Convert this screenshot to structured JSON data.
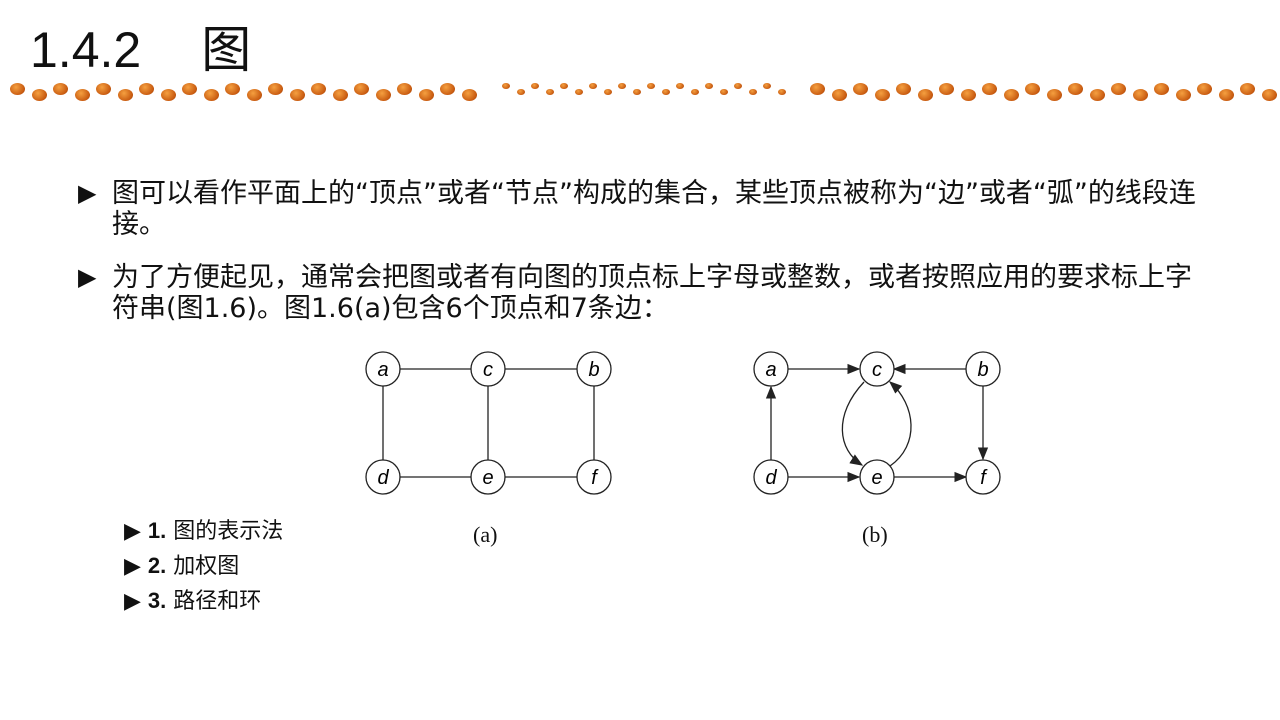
{
  "title": {
    "number": "1.4.2",
    "text": "图"
  },
  "bullets": [
    "图可以看作平面上的“顶点”或者“节点”构成的集合，某些顶点被称为“边”或者“弧”的线段连接。",
    "为了方便起见，通常会把图或者有向图的顶点标上字母或整数，或者按照应用的要求标上字符串(图1.6)。图1.6(a)包含6个顶点和7条边："
  ],
  "bullet_marker": "▶",
  "sub_items": [
    {
      "num": "1.",
      "label": "图的表示法"
    },
    {
      "num": "2.",
      "label": "加权图"
    },
    {
      "num": "3.",
      "label": "路径和环"
    }
  ],
  "figure": {
    "graph_a": {
      "caption": "(a)",
      "nodes": [
        "a",
        "c",
        "b",
        "d",
        "e",
        "f"
      ]
    },
    "graph_b": {
      "caption": "(b)",
      "nodes": [
        "a",
        "c",
        "b",
        "d",
        "e",
        "f"
      ]
    }
  }
}
